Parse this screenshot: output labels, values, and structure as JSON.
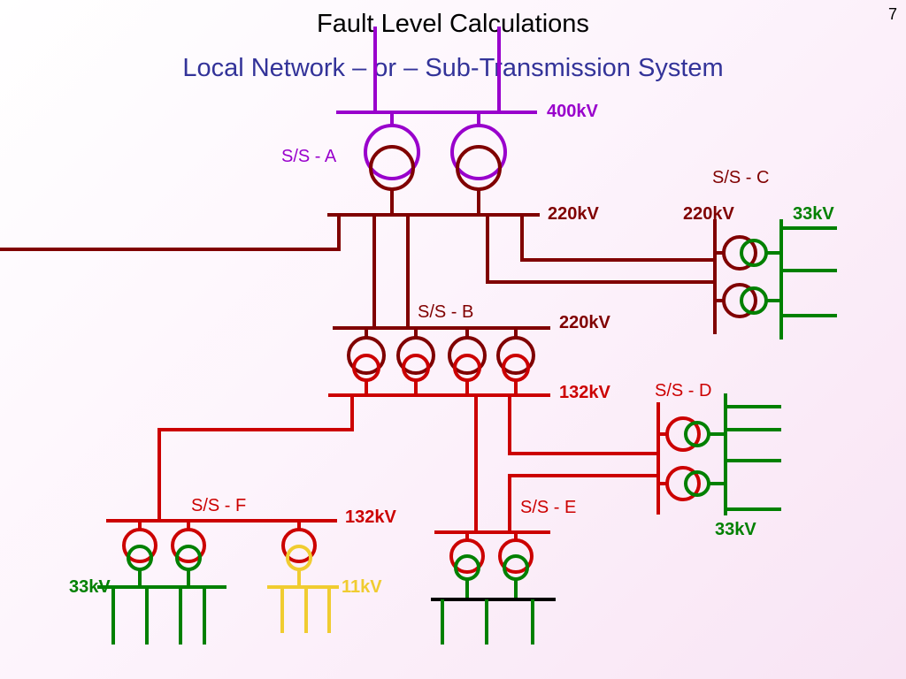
{
  "slide_number": "7",
  "title": "Fault Level Calculations",
  "subtitle": "Local Network – or – Sub-Transmission System",
  "labels": {
    "ss_a": "S/S - A",
    "ss_b": "S/S - B",
    "ss_c": "S/S - C",
    "ss_d": "S/S - D",
    "ss_e": "S/S - E",
    "ss_f": "S/S - F",
    "v400": "400kV",
    "v220_a": "220kV",
    "v220_c": "220kV",
    "v33_c": "33kV",
    "v220_b": "220kV",
    "v132_b": "132kV",
    "v132_f": "132kV",
    "v33_d": "33kV",
    "v33_f": "33kV",
    "v11_f": "11kV"
  },
  "colors": {
    "kv400": "#9900cc",
    "kv220": "#800000",
    "kv132": "#cc0000",
    "kv33": "#008000",
    "kv11": "#f0cc30",
    "lv_bus": "#000000",
    "title": "#000000",
    "subtitle": "#333399"
  }
}
